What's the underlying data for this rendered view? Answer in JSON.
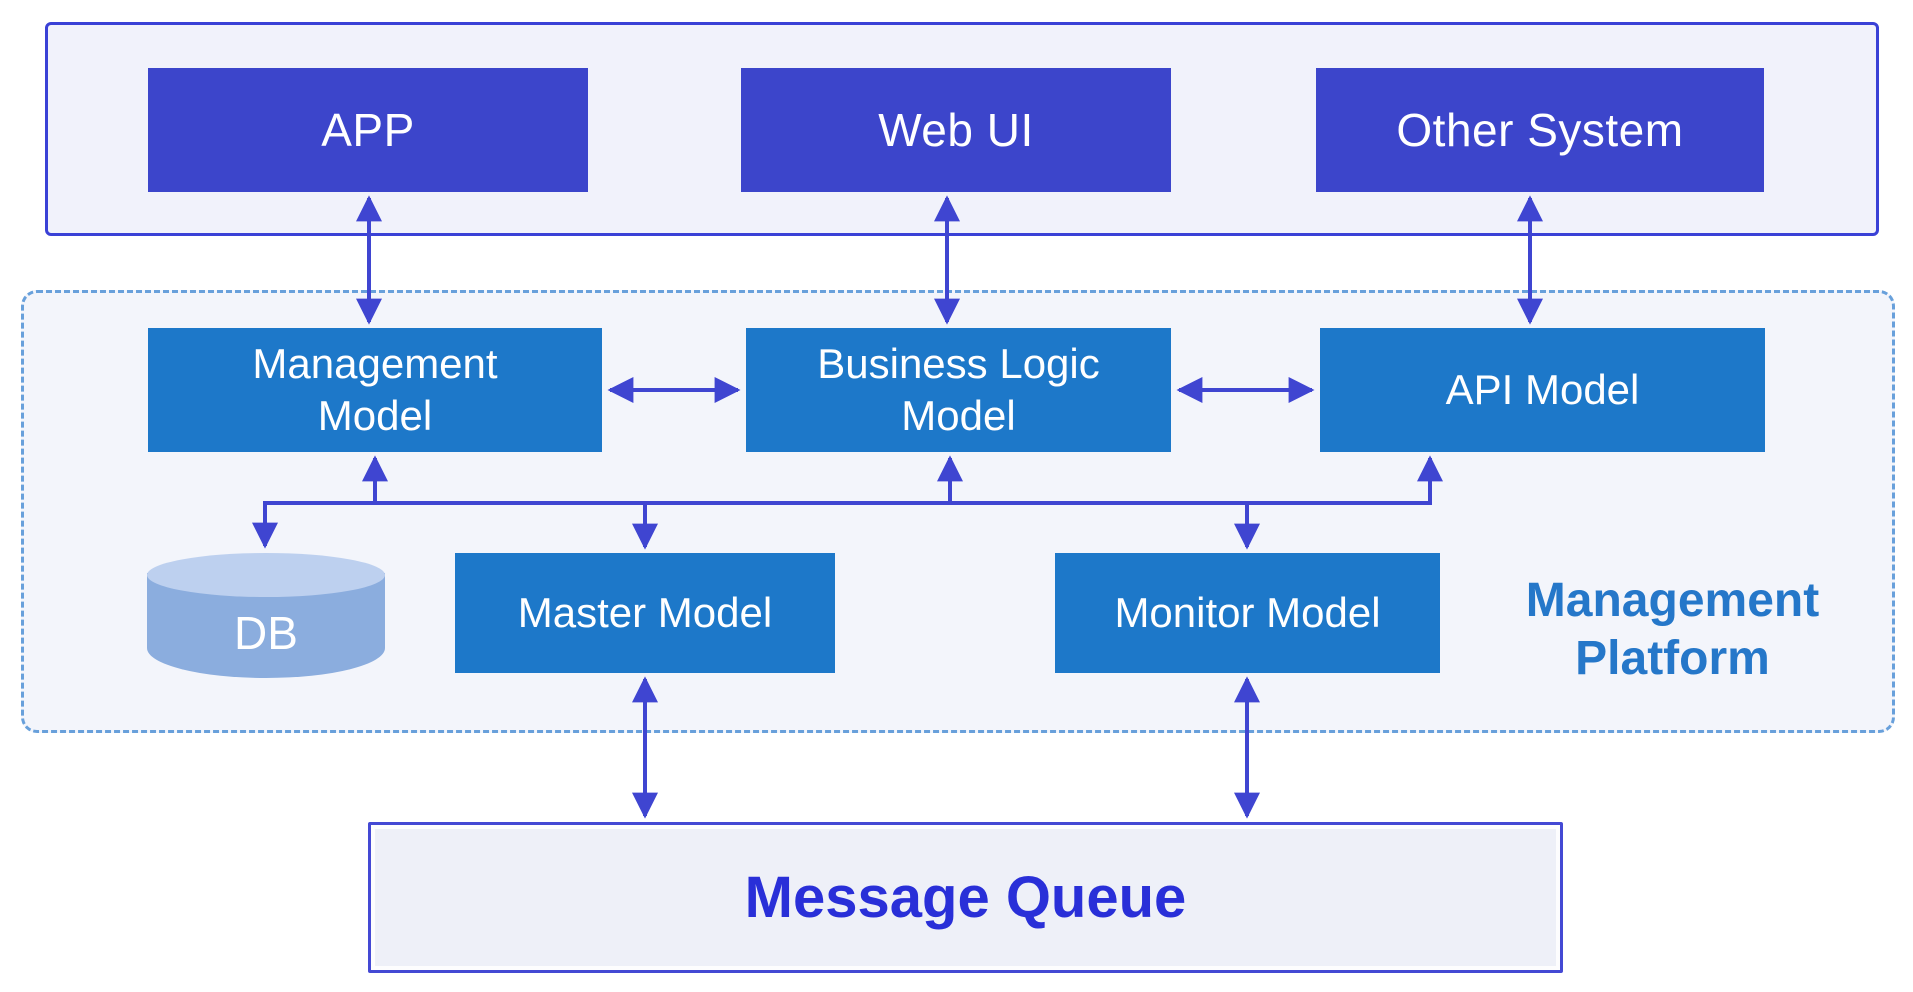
{
  "diagram": {
    "external_layer": {
      "app": "APP",
      "web_ui": "Web UI",
      "other_system": "Other System"
    },
    "platform": {
      "title": "Management\nPlatform",
      "management_model": "Management\nModel",
      "business_logic_model": "Business Logic\nModel",
      "api_model": "API Model",
      "db": "DB",
      "master_model": "Master Model",
      "monitor_model": "Monitor Model"
    },
    "message_queue": "Message Queue",
    "edges": [
      {
        "from": "APP",
        "to": "Management Model",
        "style": "double-arrow"
      },
      {
        "from": "Web UI",
        "to": "Business Logic Model",
        "style": "double-arrow"
      },
      {
        "from": "Other System",
        "to": "API Model",
        "style": "double-arrow"
      },
      {
        "from": "Management Model",
        "to": "Business Logic Model",
        "style": "double-arrow"
      },
      {
        "from": "Business Logic Model",
        "to": "API Model",
        "style": "double-arrow"
      },
      {
        "from": "bus",
        "to": "DB",
        "style": "arrow"
      },
      {
        "from": "bus",
        "to": "Management Model",
        "style": "arrow"
      },
      {
        "from": "bus",
        "to": "Master Model",
        "style": "arrow"
      },
      {
        "from": "bus",
        "to": "Business Logic Model",
        "style": "arrow"
      },
      {
        "from": "bus",
        "to": "Monitor Model",
        "style": "arrow"
      },
      {
        "from": "bus",
        "to": "API Model",
        "style": "arrow"
      },
      {
        "from": "Master Model",
        "to": "Message Queue",
        "style": "double-arrow"
      },
      {
        "from": "Monitor Model",
        "to": "Message Queue",
        "style": "double-arrow"
      }
    ]
  },
  "colors": {
    "external_box_fill": "#3c45cb",
    "outer_fill": "#f1f2fb",
    "outer_border": "#3a41d6",
    "panel_fill": "#f3f5fb",
    "panel_border": "#68a0db",
    "model_box_fill": "#1d78c9",
    "arrow_color": "#3f45d1",
    "db_body": "#8badde",
    "db_top": "#bdd0ef",
    "mq_fill": "#eef0f8",
    "mq_border": "#4449d4",
    "mq_text": "#292fd8",
    "platform_title": "#2577c9",
    "label_text": "#ffffff"
  }
}
